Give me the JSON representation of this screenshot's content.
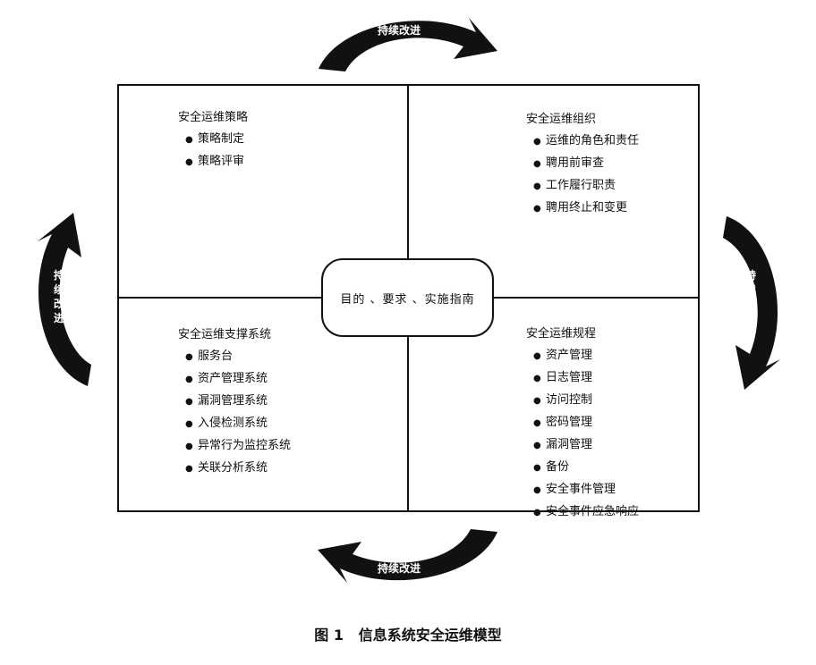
{
  "diagram": {
    "center": "目的 、要求 、实施指南",
    "quadrants": {
      "top_left": {
        "title": "安全运维策略",
        "items": [
          "策略制定",
          "策略评审"
        ]
      },
      "top_right": {
        "title": "安全运维组织",
        "items": [
          "运维的角色和责任",
          "聘用前审查",
          "工作履行职责",
          "聘用终止和变更"
        ]
      },
      "bottom_left": {
        "title": "安全运维支撑系统",
        "items": [
          "服务台",
          "资产管理系统",
          "漏洞管理系统",
          "入侵检测系统",
          "异常行为监控系统",
          "关联分析系统"
        ]
      },
      "bottom_right": {
        "title": "安全运维规程",
        "items": [
          "资产管理",
          "日志管理",
          "访问控制",
          "密码管理",
          "漏洞管理",
          "备份",
          "安全事件管理",
          "安全事件应急响应"
        ]
      }
    },
    "arrows": {
      "top": "持续改进",
      "right": "持续改进",
      "bottom": "持续改进",
      "left": "持续改进"
    },
    "colors": {
      "arrow": "#111111",
      "line": "#111111",
      "background": "#ffffff"
    }
  },
  "caption": "图 1   信息系统安全运维模型"
}
